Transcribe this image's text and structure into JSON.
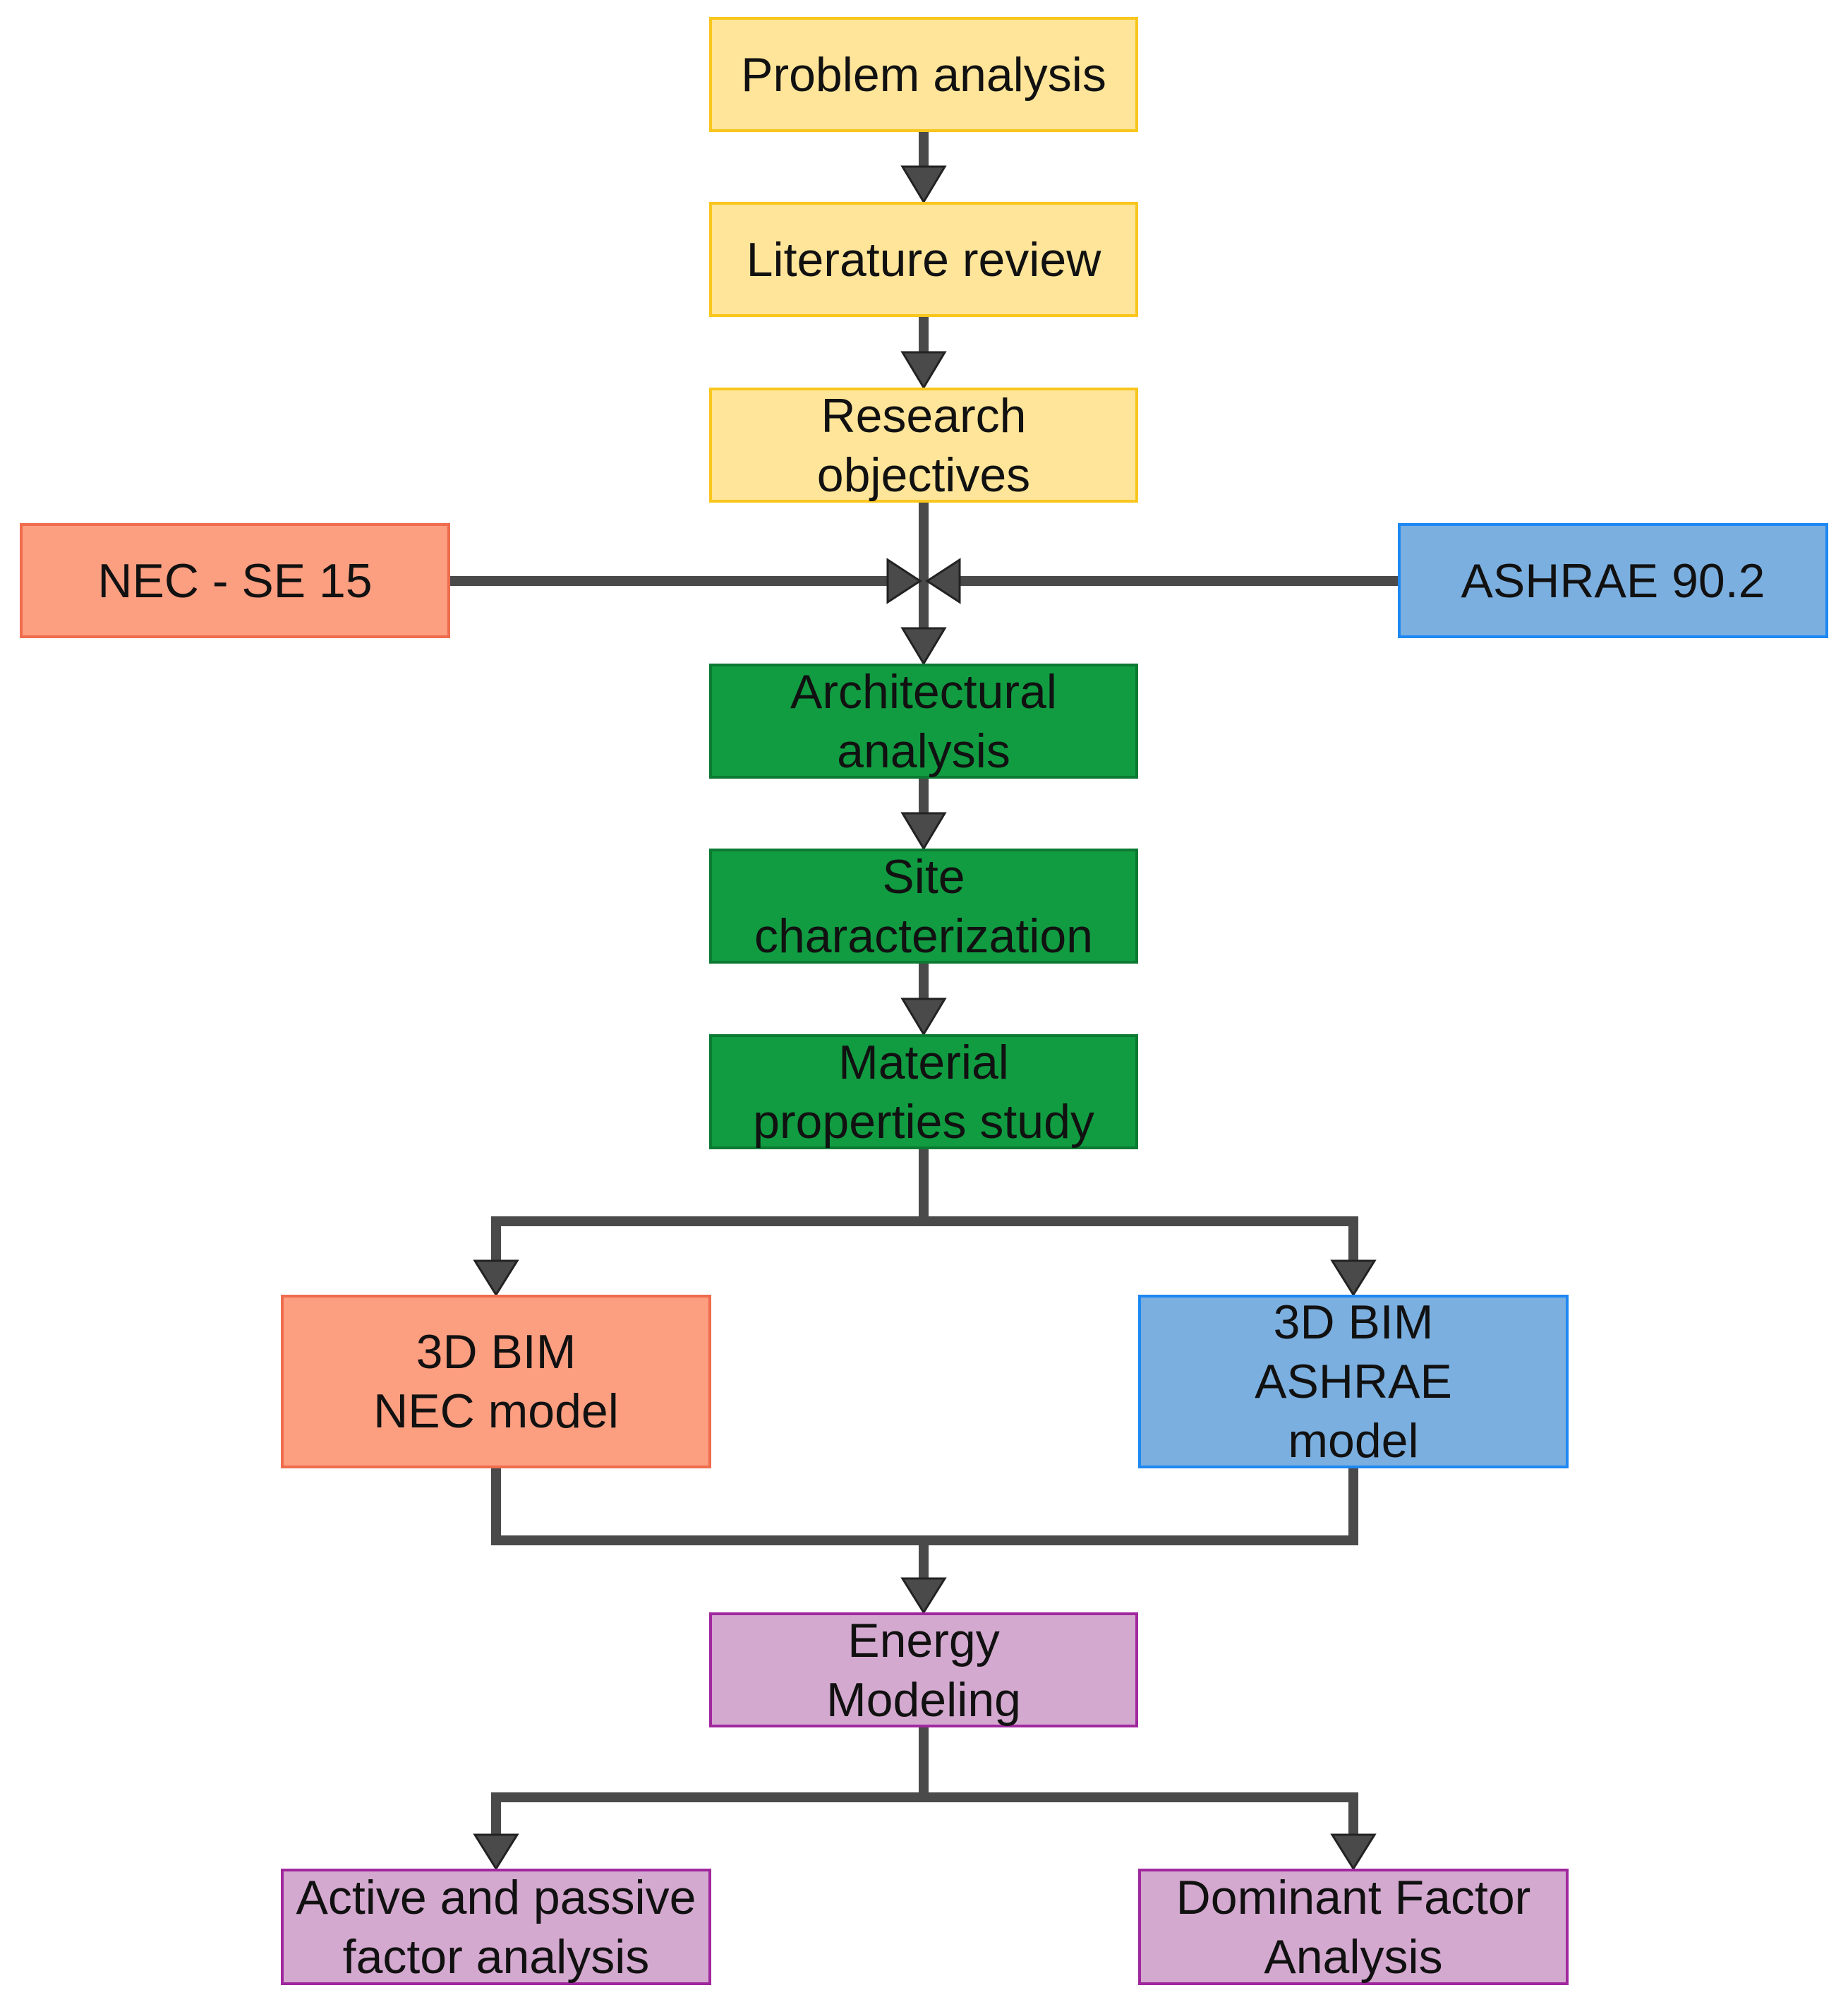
{
  "nodes": {
    "problem_analysis": "Problem analysis",
    "literature_review": "Literature review",
    "research_objectives": "Research\nobjectives",
    "nec_se_15": "NEC - SE 15",
    "ashrae_90_2": "ASHRAE 90.2",
    "architectural_analysis": "Architectural\nanalysis",
    "site_characterization": "Site\ncharacterization",
    "material_properties_study": "Material\nproperties study",
    "bim_nec_model": "3D BIM\nNEC model",
    "bim_ashrae_model": "3D BIM\nASHRAE\nmodel",
    "energy_modeling": "Energy\nModeling",
    "active_passive_analysis": "Active and passive\nfactor analysis",
    "dominant_factor_analysis": "Dominant Factor\nAnalysis"
  },
  "colors": {
    "yellow_fill": "#FFE599",
    "green_fill": "#119C42",
    "orange_fill": "#FC9E80",
    "blue_fill": "#7BAFE0",
    "purple_fill": "#D4A9CF",
    "connector": "#4A4A4A"
  }
}
